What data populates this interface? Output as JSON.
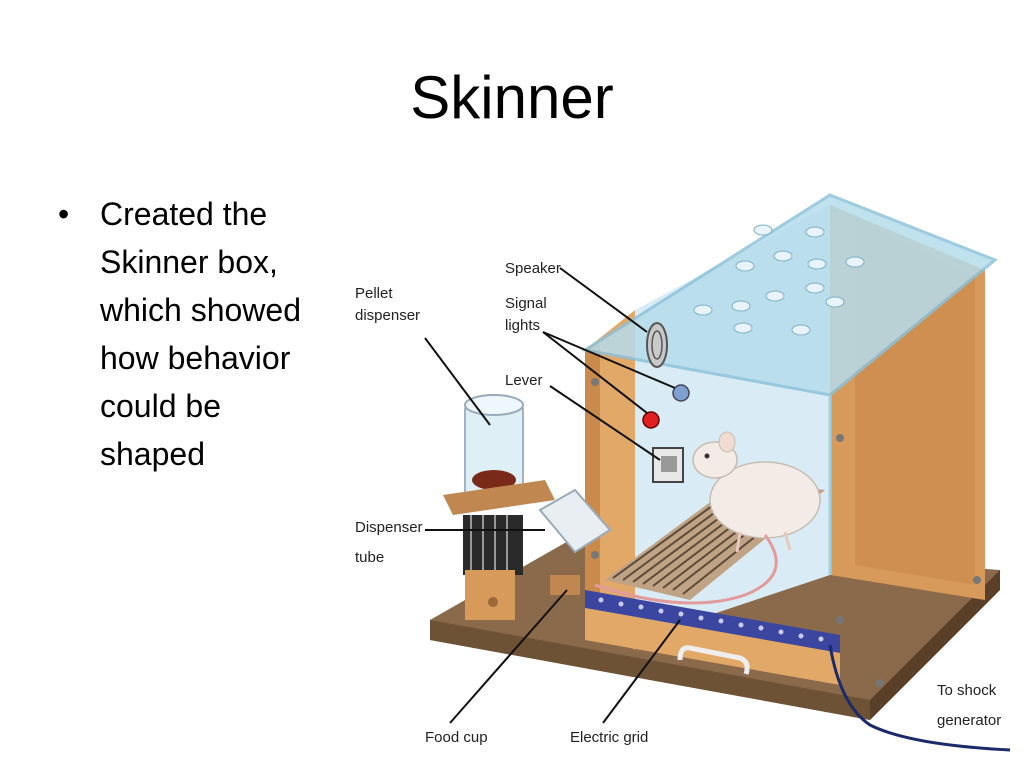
{
  "slide": {
    "title": "Skinner",
    "bullets": [
      {
        "text": "Created the Skinner box, which showed how behavior could be shaped"
      }
    ]
  },
  "diagram": {
    "labels": {
      "speaker": "Speaker",
      "signal_lights_1": "Signal",
      "signal_lights_2": "lights",
      "lever": "Lever",
      "pellet_dispenser_1": "Pellet",
      "pellet_dispenser_2": "dispenser",
      "dispenser_tube_1": "Dispenser",
      "dispenser_tube_2": "tube",
      "food_cup": "Food cup",
      "electric_grid": "Electric grid",
      "shock_generator_1": "To shock",
      "shock_generator_2": "generator"
    }
  }
}
